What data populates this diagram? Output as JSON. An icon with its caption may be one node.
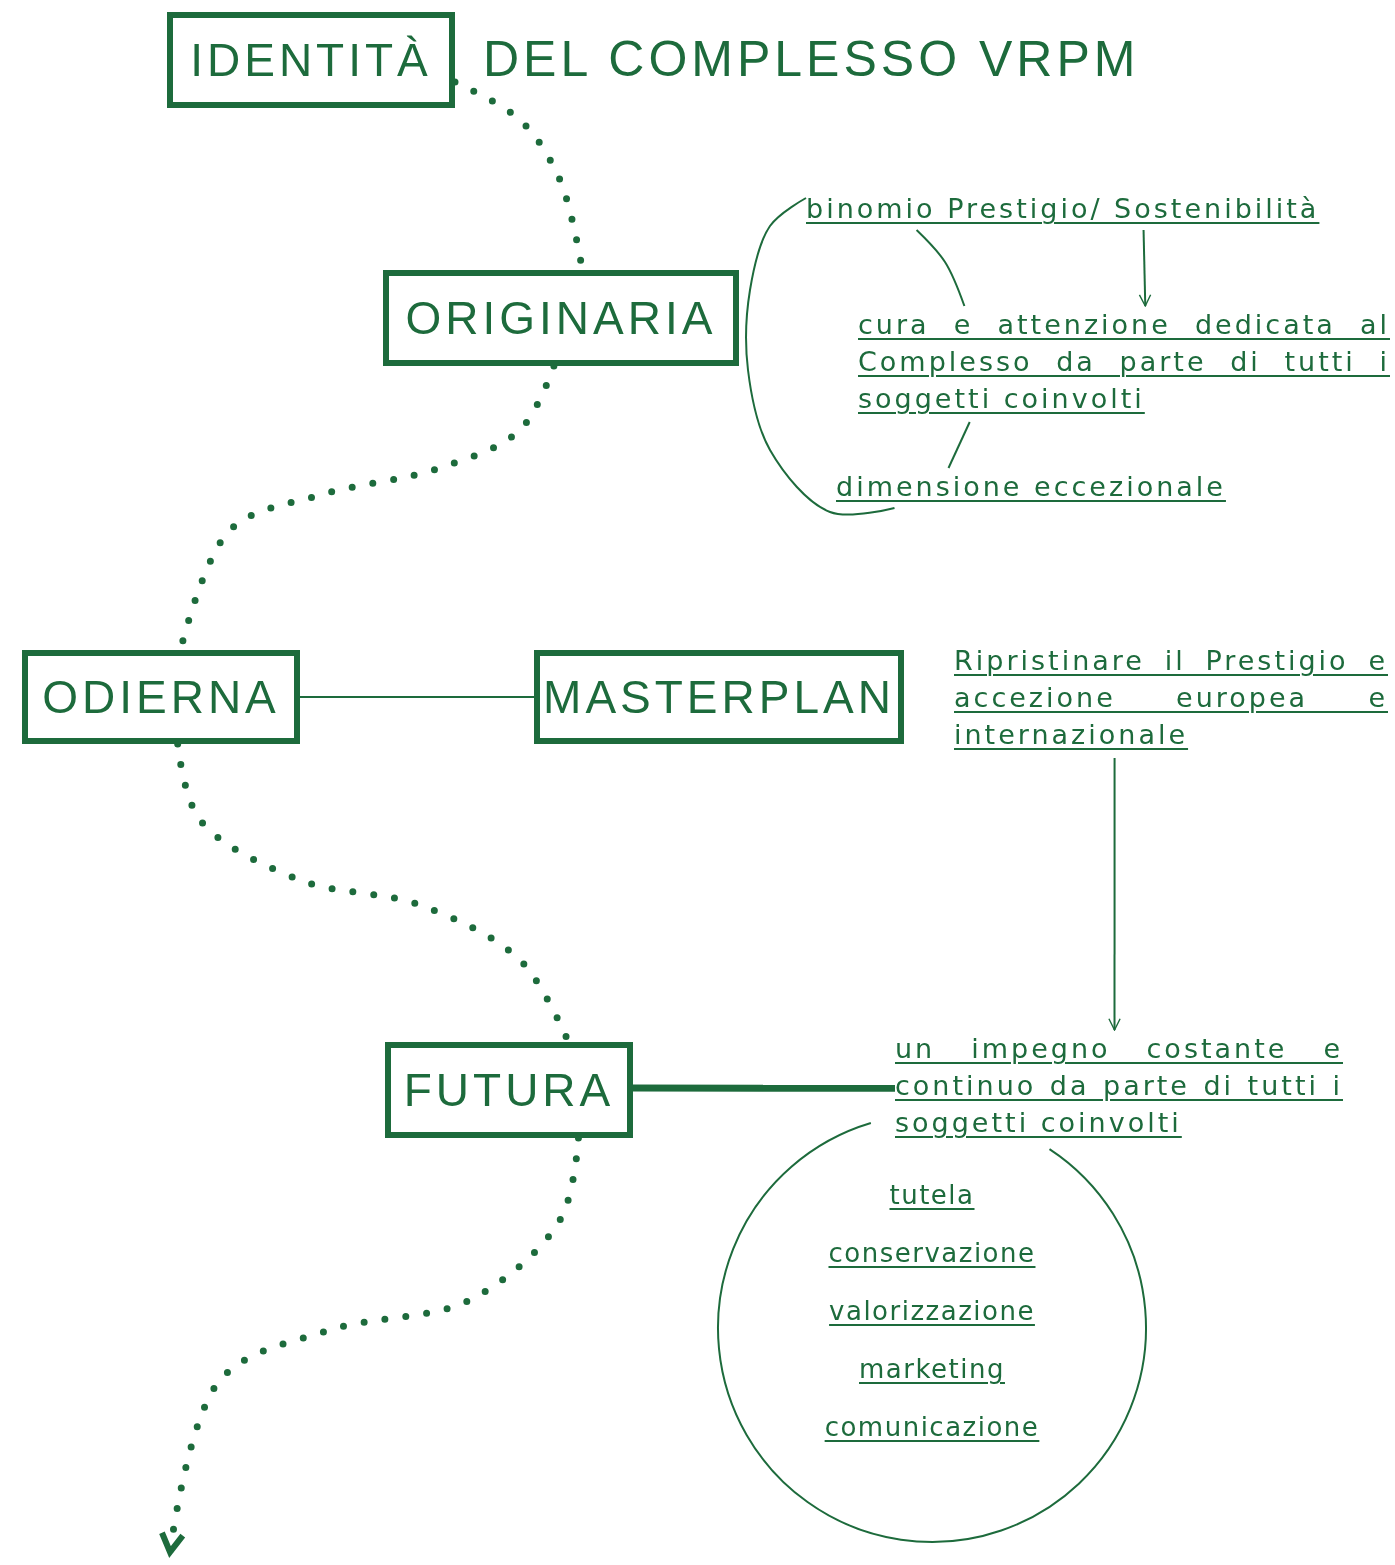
{
  "diagram": {
    "nodes": [
      {
        "text": [
          "IDENTITÀ"
        ],
        "beside": [
          "DEL COMPLESSO VRPM"
        ]
      },
      {
        "text": [
          "ORIGINARIA"
        ]
      },
      {
        "text": [
          "binomio Prestigio/ Sostenibilità"
        ]
      },
      {
        "text": [
          "cura e attenzione dedicata al Complesso da parte di tutti i soggetti coinvolti"
        ]
      },
      {
        "text": [
          "dimensione eccezionale"
        ]
      },
      {
        "text": [
          "ODIERNA"
        ]
      },
      {
        "text": [
          "MASTERPLAN"
        ]
      },
      {
        "text": [
          "Ripristinare il Prestigio e accezione europea e internazionale"
        ]
      },
      {
        "text": [
          "FUTURA"
        ]
      },
      {
        "text": [
          "un impegno costante e continuo da parte di tutti i soggetti coinvolti"
        ]
      },
      {
        "text": [
          "tutela",
          "conservazione",
          "valorizzazione",
          "marketing",
          "comunicazione"
        ]
      }
    ],
    "edges": [
      {
        "from": 0,
        "to": 1,
        "arrow": "none",
        "style": "dashed"
      },
      {
        "from": 2,
        "to": 4,
        "arrow": "none"
      },
      {
        "from": 2,
        "to": 3,
        "arrow": "none"
      },
      {
        "from": 2,
        "to": 3,
        "arrow": "to"
      },
      {
        "from": 3,
        "to": 4,
        "arrow": "none"
      },
      {
        "from": 1,
        "to": 5,
        "arrow": "none",
        "style": "dashed"
      },
      {
        "from": 5,
        "to": 6,
        "arrow": "none"
      },
      {
        "from": 7,
        "to": 9,
        "arrow": "to"
      },
      {
        "from": 5,
        "to": 8,
        "arrow": "none",
        "style": "dashed"
      },
      {
        "from": 8,
        "to": 9,
        "arrow": "none",
        "style": "thick"
      },
      {
        "from": 8,
        "to": null,
        "arrow": "to",
        "style": "dashed"
      }
    ]
  }
}
